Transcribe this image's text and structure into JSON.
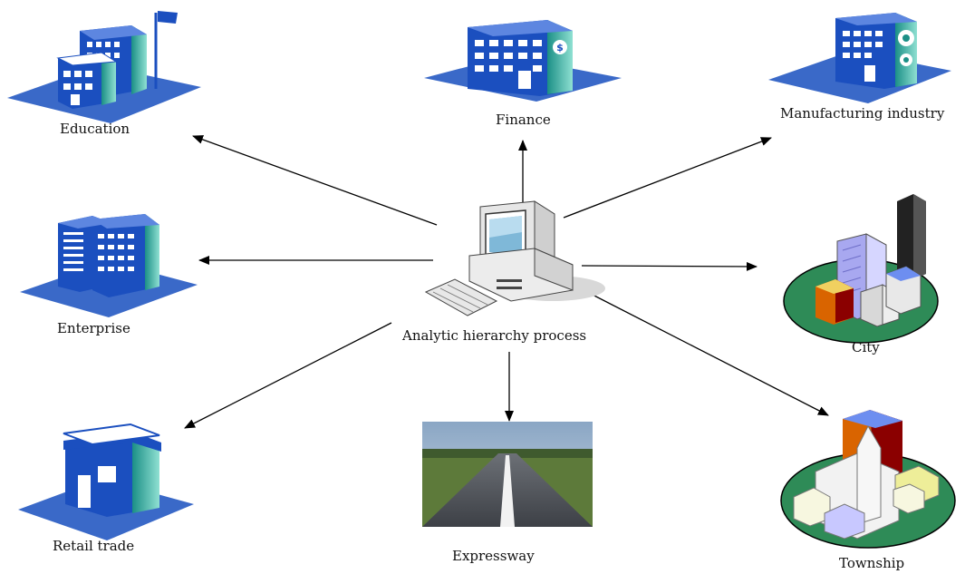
{
  "center": {
    "label": "Analytic hierarchy process",
    "icon": "computer-icon"
  },
  "nodes": [
    {
      "key": "education",
      "label": "Education",
      "icon": "school-building-icon"
    },
    {
      "key": "finance",
      "label": "Finance",
      "icon": "bank-building-icon"
    },
    {
      "key": "manufacturing",
      "label": "Manufacturing industry",
      "icon": "factory-building-icon"
    },
    {
      "key": "enterprise",
      "label": "Enterprise",
      "icon": "office-building-icon"
    },
    {
      "key": "city",
      "label": "City",
      "icon": "city-skyline-icon"
    },
    {
      "key": "retail",
      "label": "Retail trade",
      "icon": "store-building-icon"
    },
    {
      "key": "expressway",
      "label": "Expressway",
      "icon": "highway-photo"
    },
    {
      "key": "township",
      "label": "Township",
      "icon": "town-church-icon"
    }
  ],
  "colors": {
    "ground": "#3a69c8",
    "building_blue": "#1b4fbf",
    "building_teal": "#2aa79b",
    "window": "#ffffff",
    "island_green": "#2e8b57",
    "arrow": "#000000"
  }
}
